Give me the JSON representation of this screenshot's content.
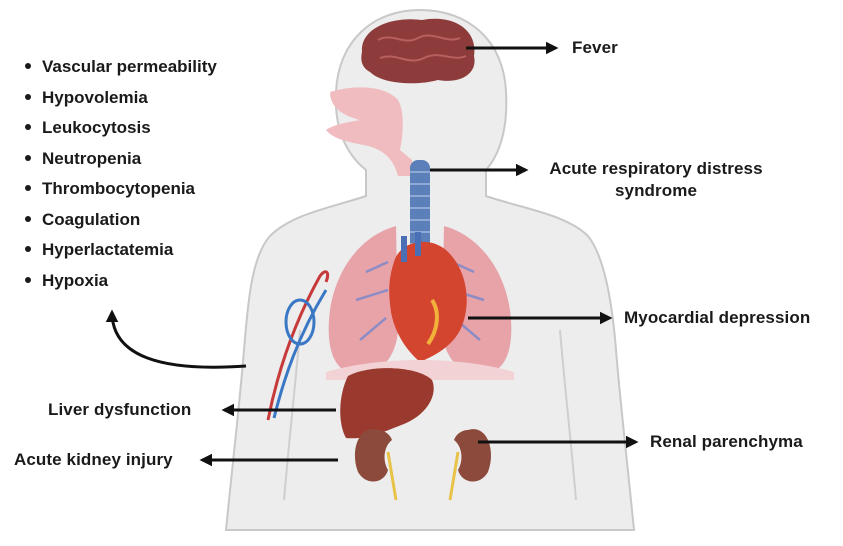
{
  "colors": {
    "body_fill": "#ededed",
    "body_outline": "#c8c8c8",
    "brain": "#8e3b3b",
    "lungs": "#e8a3a8",
    "airway": "#5b7fb8",
    "heart": "#d4452f",
    "liver": "#9a3a2e",
    "kidney": "#8c4a3c",
    "arrow": "#111111"
  },
  "labels": {
    "fever": "Fever",
    "ards_line1": "Acute respiratory distress",
    "ards_line2": "syndrome",
    "myocardial": "Myocardial depression",
    "liver": "Liver dysfunction",
    "aki": "Acute kidney injury",
    "renal": "Renal parenchyma"
  },
  "systemic_signs": [
    "Vascular permeability",
    "Hypovolemia",
    "Leukocytosis",
    "Neutropenia",
    "Thrombocytopenia",
    "Coagulation",
    "Hyperlactatemia",
    "Hypoxia"
  ]
}
